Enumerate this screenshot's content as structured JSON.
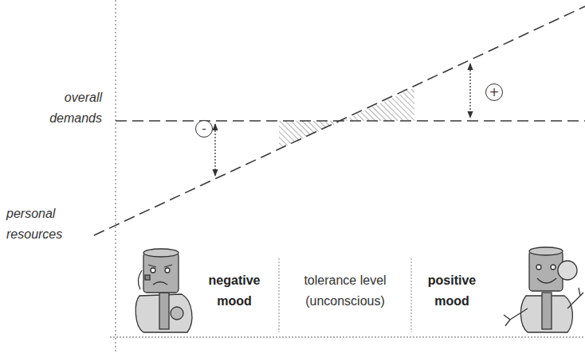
{
  "diagram": {
    "nodes": [
      {
        "text": [
          "-"
        ]
      },
      {
        "text": [
          "+"
        ]
      }
    ],
    "labels": [
      "overall demands",
      "personal resources",
      "negative mood",
      "tolerance level (unconscious)",
      "positive mood"
    ]
  }
}
